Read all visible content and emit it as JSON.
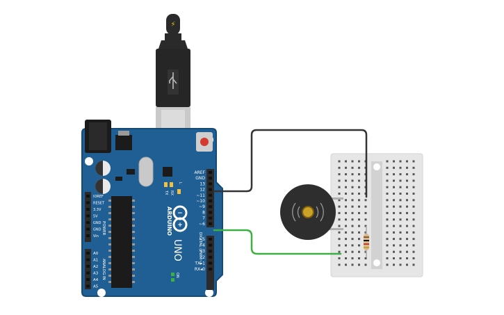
{
  "usb_cable": {
    "icon": "lightning-bolt-icon"
  },
  "arduino": {
    "brand": "ARDUINO",
    "model": "UNO",
    "digital_header_caption": "DIGITAL (PWM~)",
    "power_header_caption": "POWER",
    "analog_header_caption": "ANALOG IN",
    "led_labels": [
      "L",
      "TX",
      "RX"
    ],
    "on_label": "ON",
    "digital_pins": [
      "AREF",
      "GND",
      "13",
      "12",
      "~11",
      "~10",
      "~9",
      "8",
      "7",
      "~6",
      "~5",
      "4",
      "~3",
      "2",
      "TX▸1",
      "RX◂0"
    ],
    "power_pins": [
      "IOREF",
      "RESET",
      "3.3V",
      "5V",
      "GND",
      "GND",
      "Vin"
    ],
    "analog_pins": [
      "A0",
      "A1",
      "A2",
      "A3",
      "A4",
      "A5"
    ]
  },
  "colors": {
    "board": "#1f5f94",
    "board_edge": "#174a73",
    "header": "#2b2b2b",
    "wire_gnd": "#333333",
    "wire_signal": "#3cb043",
    "breadboard": "#e6e6e6",
    "buzzer": "#2e2e2e",
    "resistor": "#d9b98b",
    "reset_button": "#d23b2e"
  }
}
